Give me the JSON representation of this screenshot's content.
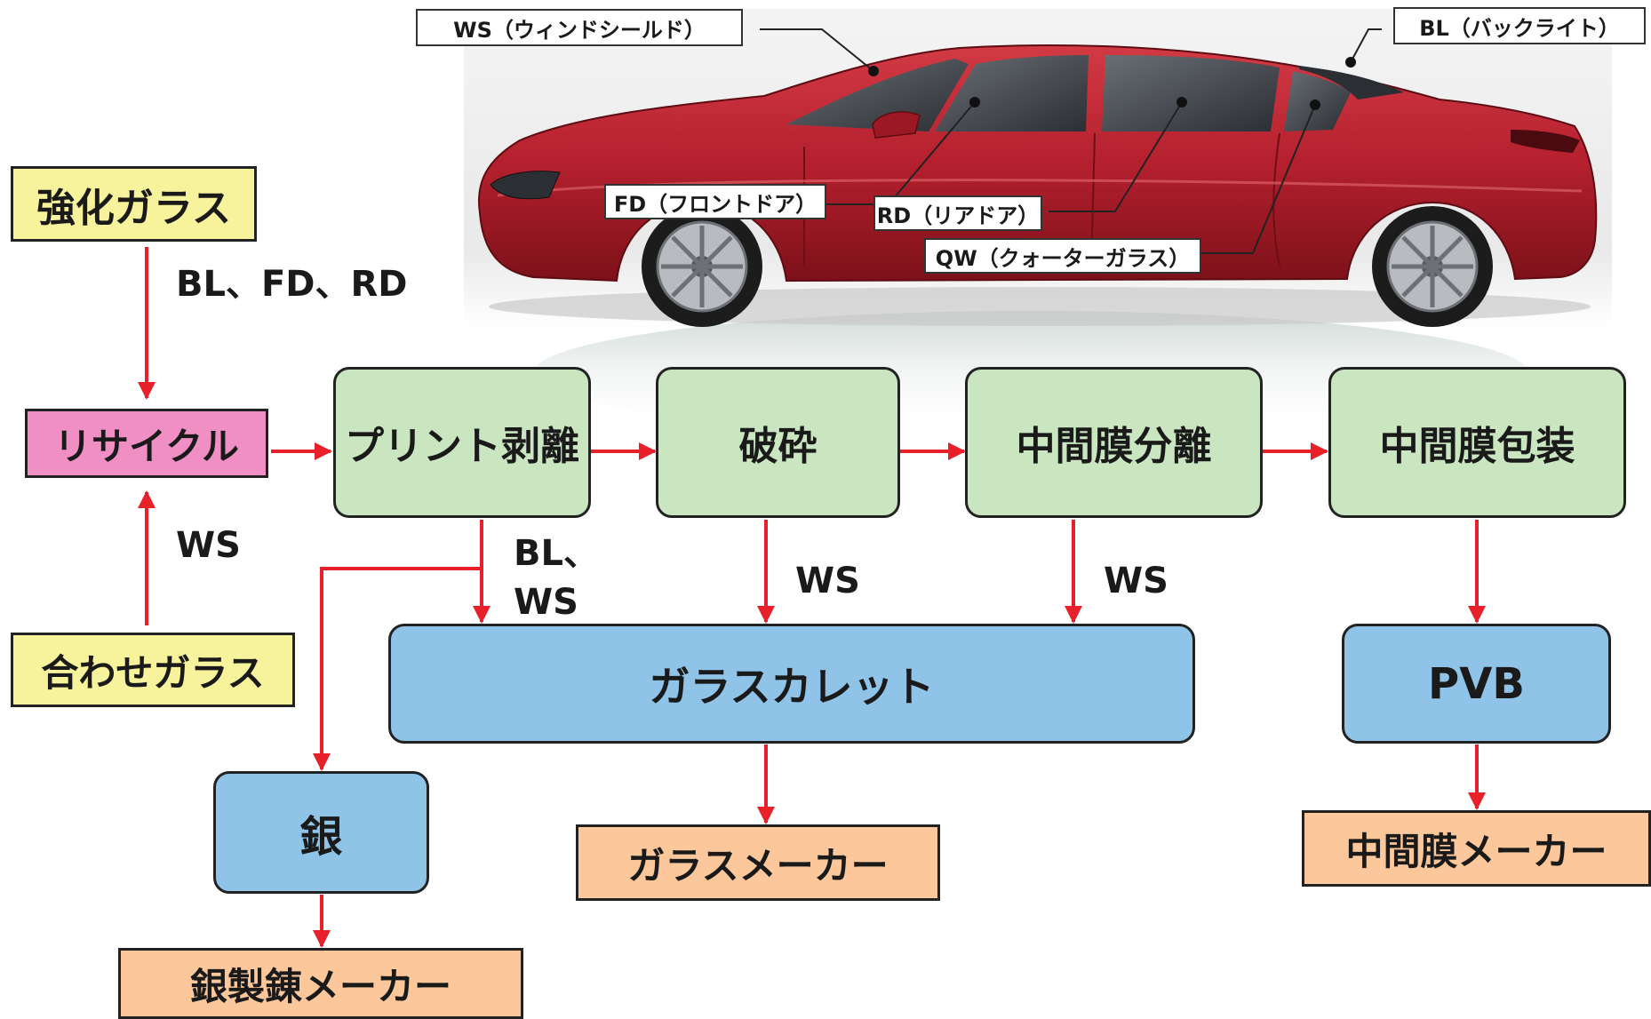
{
  "sources": {
    "tempered": "強化ガラス",
    "laminated": "合わせガラス",
    "recycle": "リサイクル"
  },
  "process": {
    "print_removal": "プリント剥離",
    "crushing": "破砕",
    "interlayer_separation": "中間膜分離",
    "interlayer_packing": "中間膜包装"
  },
  "outputs": {
    "silver": "銀",
    "cullet": "ガラスカレット",
    "pvb": "PVB",
    "silver_refiner": "銀製錬メーカー",
    "glass_maker": "ガラスメーカー",
    "interlayer_maker": "中間膜メーカー"
  },
  "edge_labels": {
    "tempered_parts": "BL、FD、RD",
    "laminated_ws": "WS",
    "print_removal_line1": "BL、",
    "print_removal_line2": "WS",
    "crushing_ws": "WS",
    "separation_ws": "WS"
  },
  "car_callouts": {
    "ws": "WS（ウィンドシールド）",
    "bl": "BL（バックライト）",
    "fd": "FD（フロントドア）",
    "rd": "RD（リアドア）",
    "qw": "QW（クォーターガラス）"
  },
  "colors": {
    "yellow": "#f7f29c",
    "pink": "#f08fc4",
    "green": "#c9e6c1",
    "blue": "#8fc3e8",
    "orange": "#fbc79b",
    "arrow": "#e8202a",
    "car_body": "#b5202e"
  }
}
